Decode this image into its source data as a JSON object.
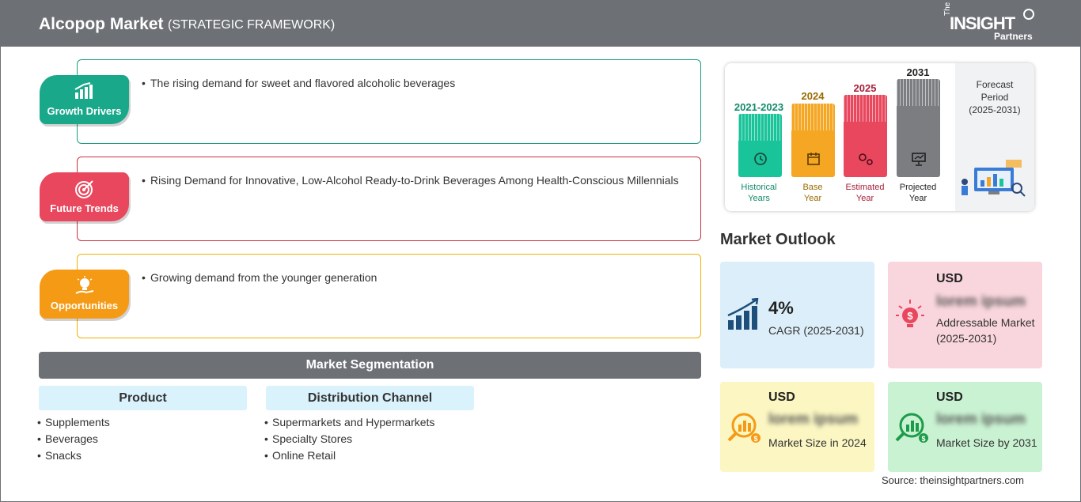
{
  "header": {
    "title": "Alcopop Market",
    "subtitle": "(STRATEGIC FRAMEWORK)",
    "logo_the": "The",
    "logo_insight": "INSIGHT",
    "logo_partners": "Partners"
  },
  "framework": [
    {
      "label": "Growth Drivers",
      "icon": "growth-chart-icon",
      "color": "#1aa88a",
      "border": "#1a9e7e",
      "text": "The rising demand for sweet and flavored alcoholic beverages"
    },
    {
      "label": "Future Trends",
      "icon": "target-icon",
      "color": "#e8475d",
      "border": "#c8323f",
      "text": "Rising Demand for Innovative, Low-Alcohol Ready-to-Drink Beverages Among Health-Conscious Millennials"
    },
    {
      "label": "Opportunities",
      "icon": "lightbulb-hand-icon",
      "color": "#f59a14",
      "border": "#f2b000",
      "text": "Growing demand from the younger generation"
    }
  ],
  "segmentation": {
    "title": "Market Segmentation",
    "columns": [
      {
        "header": "Product",
        "items": [
          "Supplements",
          "Beverages",
          "Snacks"
        ]
      },
      {
        "header": "Distribution Channel",
        "items": [
          "Supermarkets and Hypermarkets",
          "Specialty Stores",
          "Online Retail"
        ]
      }
    ]
  },
  "timeline": {
    "bars": [
      {
        "year": "2021-2023",
        "line1": "Historical",
        "line2": "Years",
        "color": "#19c49a",
        "text_color": "#138a6c",
        "icon": "history-icon"
      },
      {
        "year": "2024",
        "line1": "Base",
        "line2": "Year",
        "color": "#f5a623",
        "text_color": "#9a6a00",
        "icon": "calendar-icon"
      },
      {
        "year": "2025",
        "line1": "Estimated",
        "line2": "Year",
        "color": "#e8475d",
        "text_color": "#a8203a",
        "icon": "gears-icon"
      },
      {
        "year": "2031",
        "line1": "Projected",
        "line2": "Year",
        "color": "#7b7d80",
        "text_color": "#222222",
        "icon": "presentation-icon"
      }
    ],
    "forecast_label": "Forecast Period",
    "forecast_period": "(2025-2031)"
  },
  "outlook": {
    "title": "Market Outlook",
    "cagr": {
      "value": "4%",
      "label": "CAGR (2025-2031)",
      "color": "#dceef9"
    },
    "addressable": {
      "usd": "USD",
      "blurred": "lorem ipsum",
      "label": "Addressable Market (2025-2031)",
      "color": "#f9d6dd"
    },
    "size_2024": {
      "usd": "USD",
      "blurred": "lorem ipsum",
      "label": "Market Size in 2024",
      "color": "#fbf6c2"
    },
    "size_2031": {
      "usd": "USD",
      "blurred": "lorem ipsum",
      "label": "Market Size by 2031",
      "color": "#c9f2d2"
    }
  },
  "source": "Source: theinsightpartners.com"
}
